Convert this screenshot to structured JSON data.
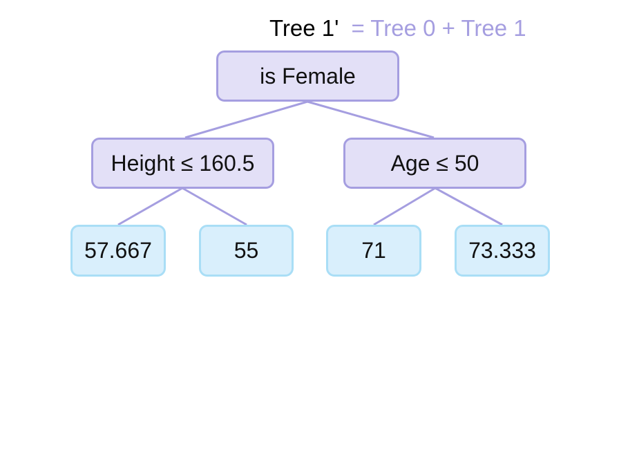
{
  "title": {
    "main": "Tree 1'",
    "formula": "= Tree 0 + Tree 1"
  },
  "tree": {
    "root": {
      "label": "is Female"
    },
    "left": {
      "label": "Height ≤ 160.5"
    },
    "right": {
      "label": "Age ≤ 50"
    },
    "leaves": [
      {
        "label": "57.667"
      },
      {
        "label": "55"
      },
      {
        "label": "71"
      },
      {
        "label": "73.333"
      }
    ]
  },
  "colors": {
    "internal_fill": "#e3e0f7",
    "internal_border": "#a59ee0",
    "leaf_fill": "#d9effc",
    "leaf_border": "#a9def6",
    "edge": "#a59ee0",
    "formula_text": "#a59ee0"
  }
}
